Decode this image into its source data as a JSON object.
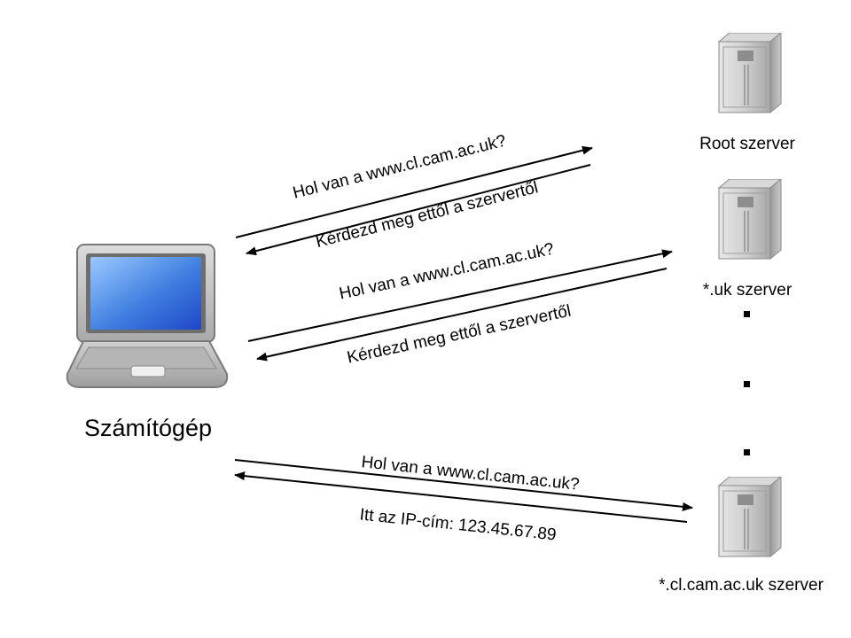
{
  "computer": {
    "label": "Számítógép"
  },
  "servers": [
    {
      "label": "Root szerver"
    },
    {
      "label": "*.uk szerver"
    },
    {
      "label": "*.cl.cam.ac.uk szerver"
    }
  ],
  "messages": {
    "query": "Hol van a www.cl.cam.ac.uk?",
    "referral": "Kérdezd meg ettől a szervertől",
    "answer": "Itt az IP-cím: 123.45.67.89"
  },
  "colors": {
    "screen": "#3f7fe0",
    "laptop_body": "#c4c4c4",
    "server_body": "#b3b3b3",
    "line": "#000000"
  }
}
